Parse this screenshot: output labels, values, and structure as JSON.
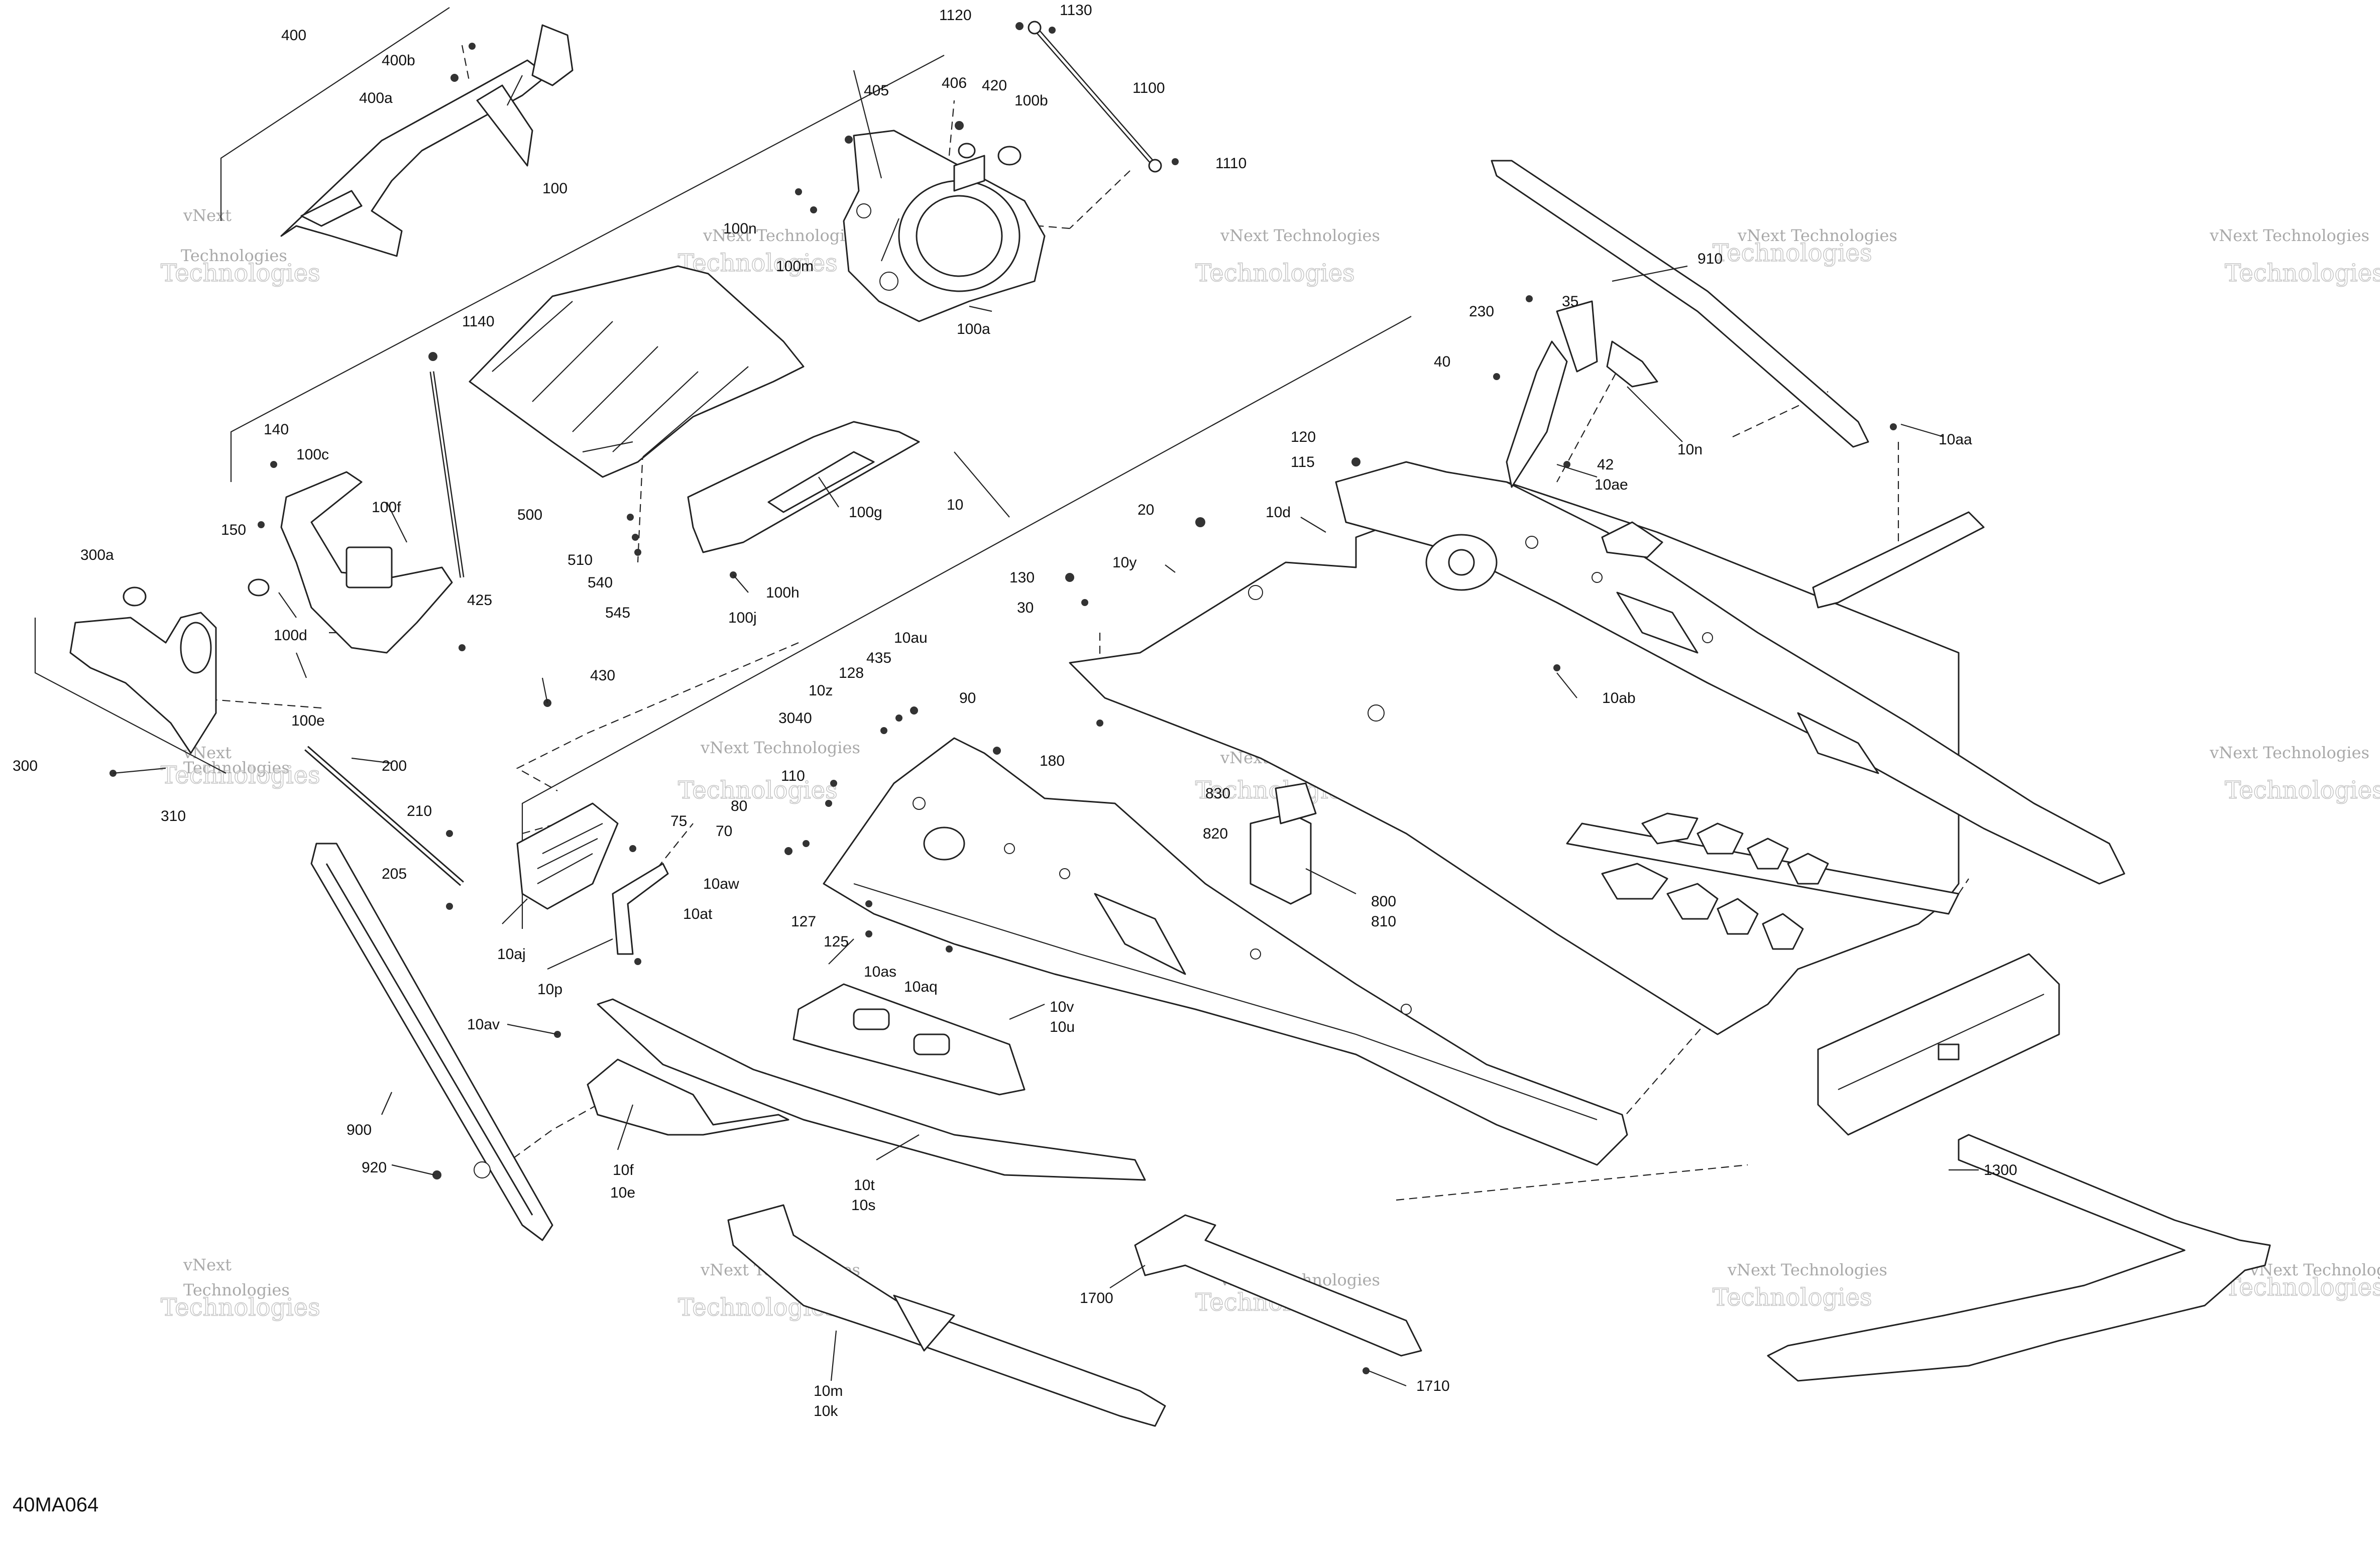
{
  "diagram": {
    "code": "40MA064",
    "watermark": {
      "line1": "vNext",
      "line2": "Technologies",
      "line1b": "vNext Technologies"
    },
    "callouts": [
      {
        "id": "c400",
        "text": "400"
      },
      {
        "id": "c400b",
        "text": "400b"
      },
      {
        "id": "c400a",
        "text": "400a"
      },
      {
        "id": "c100",
        "text": "100"
      },
      {
        "id": "c100n",
        "text": "100n"
      },
      {
        "id": "c100m",
        "text": "100m"
      },
      {
        "id": "c100a",
        "text": "100a"
      },
      {
        "id": "c405",
        "text": "405"
      },
      {
        "id": "c406",
        "text": "406"
      },
      {
        "id": "c420",
        "text": "420"
      },
      {
        "id": "c100b",
        "text": "100b"
      },
      {
        "id": "c1120",
        "text": "1120"
      },
      {
        "id": "c1130",
        "text": "1130"
      },
      {
        "id": "c1100",
        "text": "1100"
      },
      {
        "id": "c1110",
        "text": "1110"
      },
      {
        "id": "c910",
        "text": "910"
      },
      {
        "id": "c230",
        "text": "230"
      },
      {
        "id": "c35",
        "text": "35"
      },
      {
        "id": "c40",
        "text": "40"
      },
      {
        "id": "c42",
        "text": "42"
      },
      {
        "id": "c10ae",
        "text": "10ae"
      },
      {
        "id": "c10n",
        "text": "10n"
      },
      {
        "id": "c10aa",
        "text": "10aa"
      },
      {
        "id": "c1140",
        "text": "1140"
      },
      {
        "id": "c140",
        "text": "140"
      },
      {
        "id": "c100c",
        "text": "100c"
      },
      {
        "id": "c100f",
        "text": "100f"
      },
      {
        "id": "c150",
        "text": "150"
      },
      {
        "id": "c300a",
        "text": "300a"
      },
      {
        "id": "c100d",
        "text": "100d"
      },
      {
        "id": "c425",
        "text": "425"
      },
      {
        "id": "c100e",
        "text": "100e"
      },
      {
        "id": "c300",
        "text": "300"
      },
      {
        "id": "c310",
        "text": "310"
      },
      {
        "id": "c430",
        "text": "430"
      },
      {
        "id": "c500",
        "text": "500"
      },
      {
        "id": "c510",
        "text": "510"
      },
      {
        "id": "c540",
        "text": "540"
      },
      {
        "id": "c545",
        "text": "545"
      },
      {
        "id": "c100g",
        "text": "100g"
      },
      {
        "id": "c100h",
        "text": "100h"
      },
      {
        "id": "c100j",
        "text": "100j"
      },
      {
        "id": "c10",
        "text": "10"
      },
      {
        "id": "c120",
        "text": "120"
      },
      {
        "id": "c115",
        "text": "115"
      },
      {
        "id": "c10d",
        "text": "10d"
      },
      {
        "id": "c20",
        "text": "20"
      },
      {
        "id": "c130",
        "text": "130"
      },
      {
        "id": "c30",
        "text": "30"
      },
      {
        "id": "c10y",
        "text": "10y"
      },
      {
        "id": "c10ab",
        "text": "10ab"
      },
      {
        "id": "c180",
        "text": "180"
      },
      {
        "id": "c10au",
        "text": "10au"
      },
      {
        "id": "c435",
        "text": "435"
      },
      {
        "id": "c128",
        "text": "128"
      },
      {
        "id": "c10z",
        "text": "10z"
      },
      {
        "id": "c3040",
        "text": "3040"
      },
      {
        "id": "c110",
        "text": "110"
      },
      {
        "id": "c90",
        "text": "90"
      },
      {
        "id": "c830",
        "text": "830"
      },
      {
        "id": "c820",
        "text": "820"
      },
      {
        "id": "c800",
        "text": "800"
      },
      {
        "id": "c810",
        "text": "810"
      },
      {
        "id": "c200",
        "text": "200"
      },
      {
        "id": "c210",
        "text": "210"
      },
      {
        "id": "c205",
        "text": "205"
      },
      {
        "id": "c75",
        "text": "75"
      },
      {
        "id": "c80",
        "text": "80"
      },
      {
        "id": "c70",
        "text": "70"
      },
      {
        "id": "c10aw",
        "text": "10aw"
      },
      {
        "id": "c10at",
        "text": "10at"
      },
      {
        "id": "c10aj",
        "text": "10aj"
      },
      {
        "id": "c10p",
        "text": "10p"
      },
      {
        "id": "c127",
        "text": "127"
      },
      {
        "id": "c125",
        "text": "125"
      },
      {
        "id": "c10as",
        "text": "10as"
      },
      {
        "id": "c10aq",
        "text": "10aq"
      },
      {
        "id": "c10av",
        "text": "10av"
      },
      {
        "id": "c10v",
        "text": "10v"
      },
      {
        "id": "c10u",
        "text": "10u"
      },
      {
        "id": "c900",
        "text": "900"
      },
      {
        "id": "c920",
        "text": "920"
      },
      {
        "id": "c10f",
        "text": "10f"
      },
      {
        "id": "c10e",
        "text": "10e"
      },
      {
        "id": "c10t",
        "text": "10t"
      },
      {
        "id": "c10s",
        "text": "10s"
      },
      {
        "id": "c1700",
        "text": "1700"
      },
      {
        "id": "c1710",
        "text": "1710"
      },
      {
        "id": "c1300",
        "text": "1300"
      },
      {
        "id": "c10m",
        "text": "10m"
      },
      {
        "id": "c10k",
        "text": "10k"
      }
    ]
  }
}
